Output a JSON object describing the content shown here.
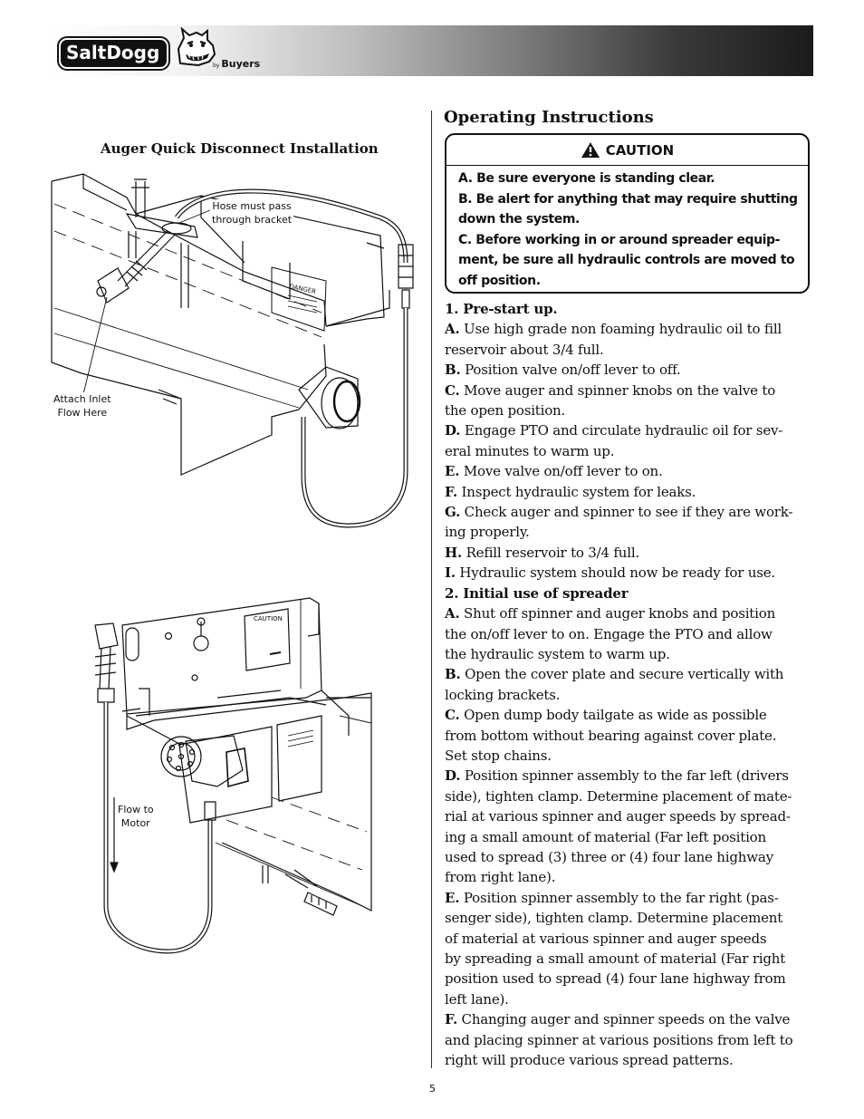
{
  "header": {
    "logo_text": "SaltDogg",
    "logo_by_small": "by",
    "logo_by": "Buyers"
  },
  "figure": {
    "title": "Auger Quick Disconnect Installation",
    "callout_hose": "Hose must pass\nthrough bracket",
    "callout_inlet": "Attach Inlet\nFlow Here",
    "callout_motor": "Flow to\nMotor",
    "label_danger": "DANGER",
    "label_caution": "CAUTION"
  },
  "section": {
    "title": "Operating Instructions"
  },
  "caution": {
    "heading": "CAUTION",
    "lines": [
      "A. Be sure everyone is standing clear.",
      "B. Be alert for anything that may require shutting",
      "down the system.",
      "C. Before working in or around spreader equip-",
      "ment, be sure all hydraulic controls are moved to",
      "off position."
    ]
  },
  "instructions": {
    "lines": [
      {
        "b": "1. Pre-start up.",
        "t": ""
      },
      {
        "b": "A.",
        "t": " Use high grade non foaming hydraulic oil to fill"
      },
      {
        "b": "",
        "t": "reservoir about 3/4 full."
      },
      {
        "b": "B.",
        "t": " Position valve on/off lever to off."
      },
      {
        "b": "C.",
        "t": " Move auger and spinner knobs on the valve to"
      },
      {
        "b": "",
        "t": "the open position."
      },
      {
        "b": "D.",
        "t": " Engage PTO and circulate hydraulic oil for sev-"
      },
      {
        "b": "",
        "t": "eral minutes to warm up."
      },
      {
        "b": "E.",
        "t": " Move valve on/off lever to on."
      },
      {
        "b": "F.",
        "t": " Inspect hydraulic system for leaks."
      },
      {
        "b": "G.",
        "t": " Check auger and spinner to see if they are work-"
      },
      {
        "b": "",
        "t": "ing properly."
      },
      {
        "b": "H.",
        "t": " Refill reservoir to 3/4 full."
      },
      {
        "b": "I.",
        "t": " Hydraulic system should now be ready for use."
      },
      {
        "b": "2. Initial use of spreader",
        "t": ""
      },
      {
        "b": "A.",
        "t": " Shut off spinner and auger knobs and position"
      },
      {
        "b": "",
        "t": "the on/off lever to on.  Engage the PTO and allow"
      },
      {
        "b": "",
        "t": "the hydraulic system to warm up."
      },
      {
        "b": "B.",
        "t": " Open the cover plate and secure vertically with"
      },
      {
        "b": "",
        "t": "locking brackets."
      },
      {
        "b": "C.",
        "t": " Open dump body tailgate as wide as possible"
      },
      {
        "b": "",
        "t": "from bottom without bearing against cover plate."
      },
      {
        "b": "",
        "t": "Set stop chains."
      },
      {
        "b": "D.",
        "t": " Position spinner assembly to the far left (drivers"
      },
      {
        "b": "",
        "t": "side), tighten clamp.  Determine placement of mate-"
      },
      {
        "b": "",
        "t": "rial at various spinner and auger speeds by spread-"
      },
      {
        "b": "",
        "t": "ing a small amount of material (Far left position"
      },
      {
        "b": "",
        "t": "used to spread (3) three or (4) four lane highway"
      },
      {
        "b": "",
        "t": "from right lane)."
      },
      {
        "b": "E.",
        "t": " Position spinner assembly to the far right (pas-"
      },
      {
        "b": "",
        "t": "senger side), tighten clamp.  Determine placement"
      },
      {
        "b": "",
        "t": "of material at various spinner and auger speeds"
      },
      {
        "b": "",
        "t": "by spreading a small amount of material (Far right"
      },
      {
        "b": "",
        "t": "position used to spread (4) four lane highway from"
      },
      {
        "b": "",
        "t": "left lane)."
      },
      {
        "b": "F.",
        "t": " Changing auger and spinner speeds on the valve"
      },
      {
        "b": "",
        "t": "and placing spinner at various positions from left to"
      },
      {
        "b": "",
        "t": "right will produce various spread patterns."
      }
    ]
  },
  "page_number": "5"
}
